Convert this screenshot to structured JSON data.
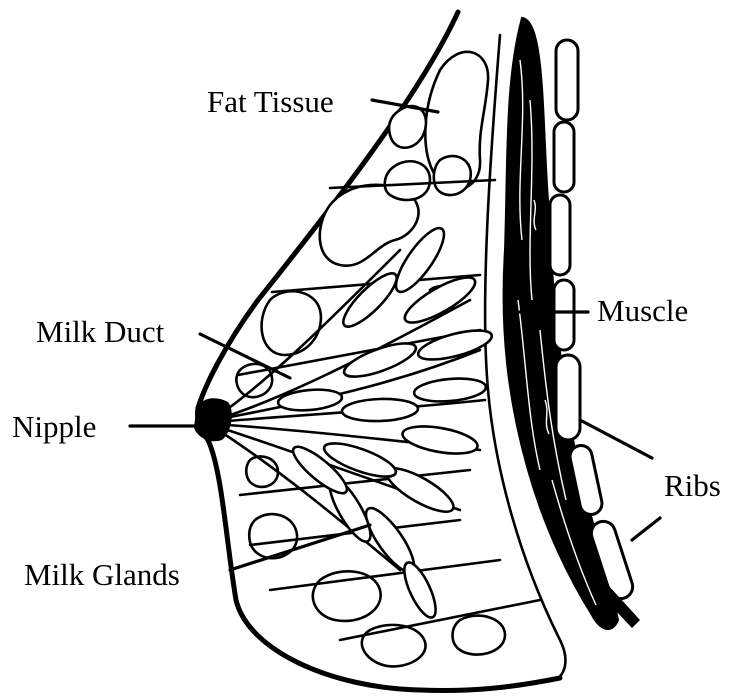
{
  "labels": {
    "fat_tissue": "Fat Tissue",
    "muscle": "Muscle",
    "milk_duct": "Milk Duct",
    "nipple": "Nipple",
    "ribs": "Ribs",
    "milk_glands": "Milk Glands"
  },
  "colors": {
    "ink": "#000000",
    "background": "#ffffff"
  }
}
